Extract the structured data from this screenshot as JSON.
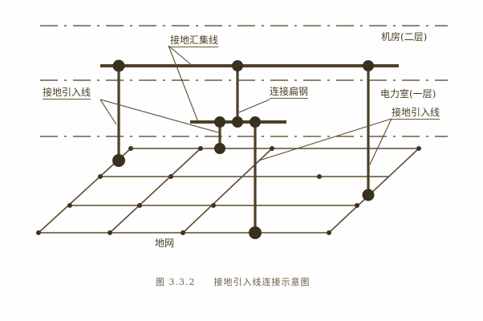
{
  "figure": {
    "caption_number": "图 3.3.2",
    "caption_title": "接地引入线连接示意图"
  },
  "labels": {
    "bus_bar": "接地汇集线",
    "lead_in_left": "接地引入线",
    "lead_in_right": "接地引入线",
    "connect_flat_steel": "连接扁钢",
    "floor_2": "机房(二层)",
    "floor_1": "电力室(一层)",
    "ground_grid": "地网"
  },
  "colors": {
    "line": "#4e4128",
    "node": "#3a3020",
    "dashline": "#6b5d3e"
  }
}
